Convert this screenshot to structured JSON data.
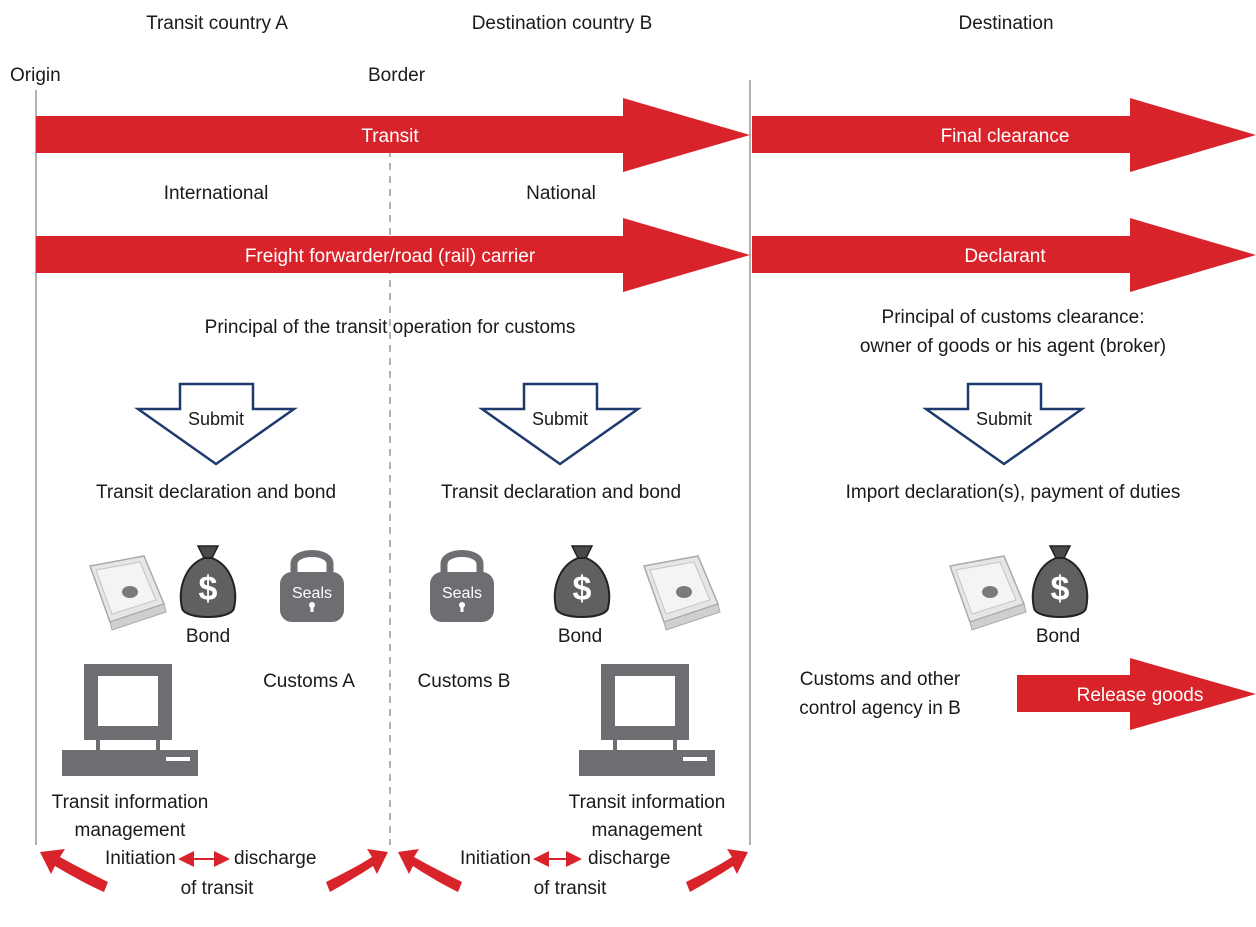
{
  "headers": {
    "transit_country": "Transit country A",
    "destination_country": "Destination country B",
    "destination": "Destination"
  },
  "markers": {
    "origin": "Origin",
    "border": "Border"
  },
  "arrows": {
    "transit": "Transit",
    "final_clearance": "Final clearance",
    "freight": "Freight forwarder/road (rail) carrier",
    "declarant": "Declarant",
    "release": "Release goods"
  },
  "scope": {
    "international": "International",
    "national": "National"
  },
  "principal_transit": "Principal of the transit operation for customs",
  "principal_clearance": {
    "line1": "Principal of customs clearance:",
    "line2": "owner of goods or his agent (broker)"
  },
  "submit_label": "Submit",
  "declarations": {
    "transit_a": "Transit declaration and bond",
    "transit_b": "Transit declaration and bond",
    "import": "Import declaration(s), payment of duties"
  },
  "bond_label": "Bond",
  "seals_label": "Seals",
  "customs": {
    "a": "Customs A",
    "b": "Customs B",
    "dest_line1": "Customs and other",
    "dest_line2": "control agency in B"
  },
  "tim": {
    "line1": "Transit information",
    "line2": "management"
  },
  "discharge": {
    "initiation": "Initiation",
    "discharge": "discharge",
    "of_transit": "of transit"
  },
  "colors": {
    "accent_red": "#d9232a",
    "icon_gray": "#6d6e71",
    "line_gray": "#999999"
  },
  "icons": [
    "down-arrow-icon",
    "document-icon",
    "money-bag-icon",
    "padlock-icon",
    "computer-icon",
    "curved-arrow-icon"
  ]
}
